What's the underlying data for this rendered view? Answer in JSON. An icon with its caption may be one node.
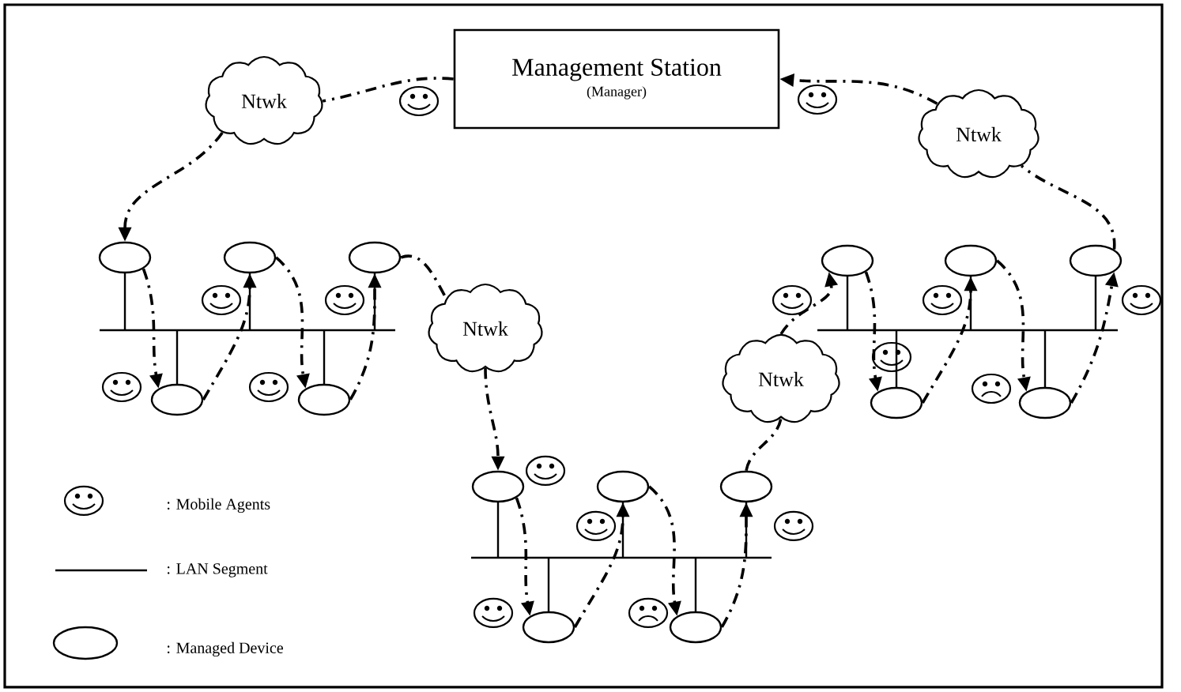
{
  "diagram": {
    "nodes": [
      {
        "text": [
          "Management Station",
          "(Manager)"
        ]
      },
      {
        "text": [
          "Ntwk"
        ]
      },
      {
        "text": [
          "Ntwk"
        ]
      },
      {
        "text": [
          "Ntwk"
        ]
      },
      {
        "text": [
          "Ntwk"
        ]
      },
      {
        "text": [],
        "shape": "ellipse"
      },
      {
        "text": [],
        "shape": "ellipse"
      },
      {
        "text": [],
        "shape": "ellipse"
      },
      {
        "text": [],
        "shape": "ellipse"
      },
      {
        "text": [],
        "shape": "ellipse"
      },
      {
        "text": [],
        "shape": "ellipse"
      },
      {
        "text": [],
        "shape": "ellipse"
      },
      {
        "text": [],
        "shape": "ellipse"
      },
      {
        "text": [],
        "shape": "ellipse"
      },
      {
        "text": [],
        "shape": "ellipse"
      },
      {
        "text": [],
        "shape": "ellipse"
      },
      {
        "text": [],
        "shape": "ellipse"
      },
      {
        "text": [],
        "shape": "ellipse"
      },
      {
        "text": [],
        "shape": "ellipse"
      },
      {
        "text": [],
        "shape": "ellipse"
      }
    ],
    "edges": [
      {
        "from": 0,
        "to": 1,
        "arrow": "none"
      },
      {
        "from": 1,
        "to": 5,
        "arrow": "to"
      },
      {
        "from": 5,
        "to": 8,
        "arrow": "to"
      },
      {
        "from": 8,
        "to": 6,
        "arrow": "to"
      },
      {
        "from": 6,
        "to": 9,
        "arrow": "to"
      },
      {
        "from": 9,
        "to": 7,
        "arrow": "to"
      },
      {
        "from": 7,
        "to": 3,
        "arrow": "none"
      },
      {
        "from": 3,
        "to": 15,
        "arrow": "to"
      },
      {
        "from": 15,
        "to": 18,
        "arrow": "to"
      },
      {
        "from": 18,
        "to": 16,
        "arrow": "to"
      },
      {
        "from": 16,
        "to": 19,
        "arrow": "to"
      },
      {
        "from": 19,
        "to": 17,
        "arrow": "to"
      },
      {
        "from": 17,
        "to": 4,
        "arrow": "none"
      },
      {
        "from": 4,
        "to": 10,
        "arrow": "to"
      },
      {
        "from": 10,
        "to": 13,
        "arrow": "to"
      },
      {
        "from": 13,
        "to": 11,
        "arrow": "to"
      },
      {
        "from": 11,
        "to": 14,
        "arrow": "to"
      },
      {
        "from": 14,
        "to": 12,
        "arrow": "to"
      },
      {
        "from": 12,
        "to": 2,
        "arrow": "none"
      },
      {
        "from": 2,
        "to": 0,
        "arrow": "to"
      }
    ],
    "legend": [
      {
        "text": ": Mobile Agents"
      },
      {
        "text": ": LAN Segment"
      },
      {
        "text": ": Managed Device"
      }
    ]
  }
}
